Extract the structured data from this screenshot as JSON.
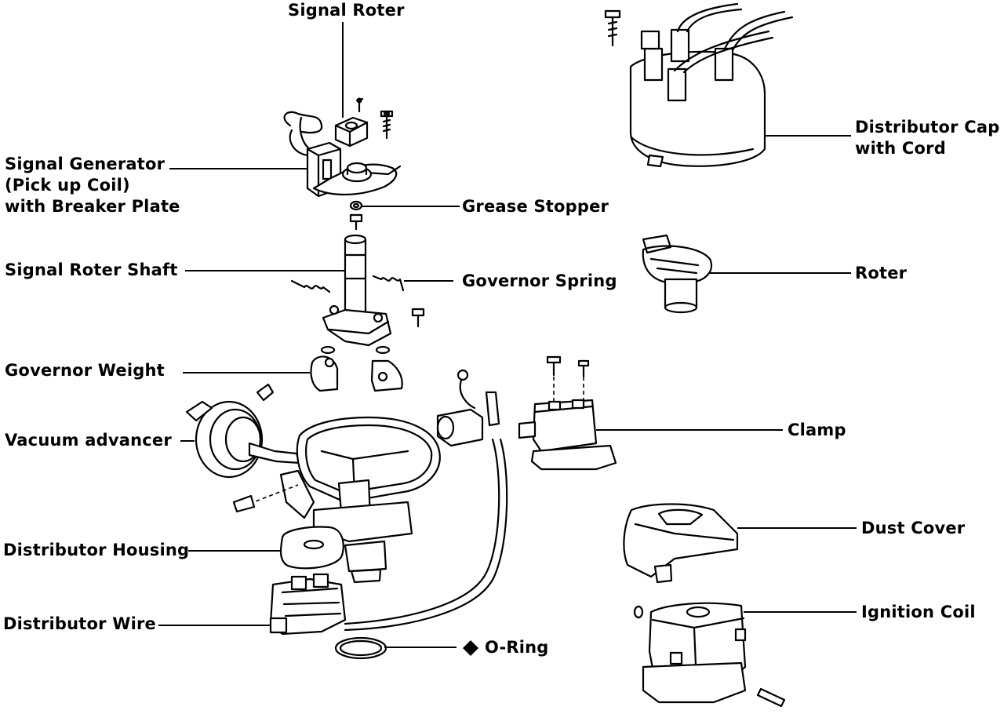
{
  "labels": {
    "signal_roter": "Signal Roter",
    "signal_generator": "Signal Generator\n(Pick up Coil)\nwith Breaker Plate",
    "grease_stopper": "Grease Stopper",
    "signal_roter_shaft": "Signal Roter Shaft",
    "governor_spring": "Governor Spring",
    "governor_weight": "Governor Weight",
    "vacuum_advancer": "Vacuum advancer",
    "distributor_housing": "Distributor Housing",
    "distributor_wire": "Distributor Wire",
    "o_ring": "O-Ring",
    "distributor_cap": "Distributor Cap\nwith Cord",
    "roter": "Roter",
    "clamp": "Clamp",
    "dust_cover": "Dust Cover",
    "ignition_coil": "Ignition Coil"
  },
  "o_ring_marker": "diamond-icon"
}
